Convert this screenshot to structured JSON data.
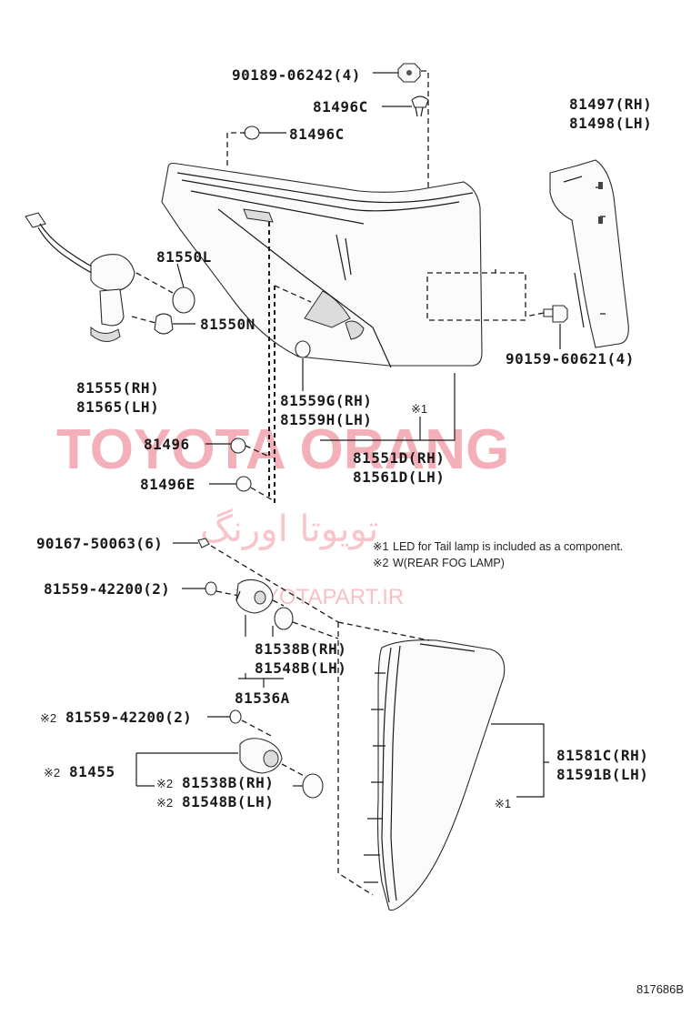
{
  "labels": {
    "l_90189": "90189-06242(4)",
    "l_81496C_top": "81496C",
    "l_81496C_2": "81496C",
    "l_81497": "81497(RH)",
    "l_81498": "81498(LH)",
    "l_81550L": "81550L",
    "l_81550N": "81550N",
    "l_81555": "81555(RH)",
    "l_81565": "81565(LH)",
    "l_81559G": "81559G(RH)",
    "l_81559H": "81559H(LH)",
    "l_90159": "90159-60621(4)",
    "l_81496": "81496",
    "l_81496E": "81496E",
    "l_81551D": "81551D(RH)",
    "l_81561D": "81561D(LH)",
    "l_90167": "90167-50063(6)",
    "l_81559_a": "81559-42200(2)",
    "l_81538B_a": "81538B(RH)",
    "l_81548B_a": "81548B(LH)",
    "l_81536A": "81536A",
    "l_81559_b": "81559-42200(2)",
    "l_81455": "81455",
    "l_81538B_b": "81538B(RH)",
    "l_81548B_b": "81548B(LH)",
    "l_81581C": "81581C(RH)",
    "l_81591B": "81591B(LH)"
  },
  "marks": {
    "note_mark_1": "※1",
    "note_mark_2": "※2",
    "m_81551": "※1",
    "m_81559b": "※2",
    "m_81455": "※2",
    "m_81538b": "※2",
    "m_81548b": "※2",
    "m_81581": "※1"
  },
  "notes": {
    "note1": "LED for Tail lamp is included as a component.",
    "note2": "W(REAR FOG LAMP)"
  },
  "watermark": {
    "brand": "TOYOTA ORANG",
    "persian": "تویوتا اورنگ",
    "site": "TOYOTAPART.IR"
  },
  "figure_ref": "817686B",
  "colors": {
    "line": "#1a1a1a",
    "watermark": "#f3a3ad"
  }
}
